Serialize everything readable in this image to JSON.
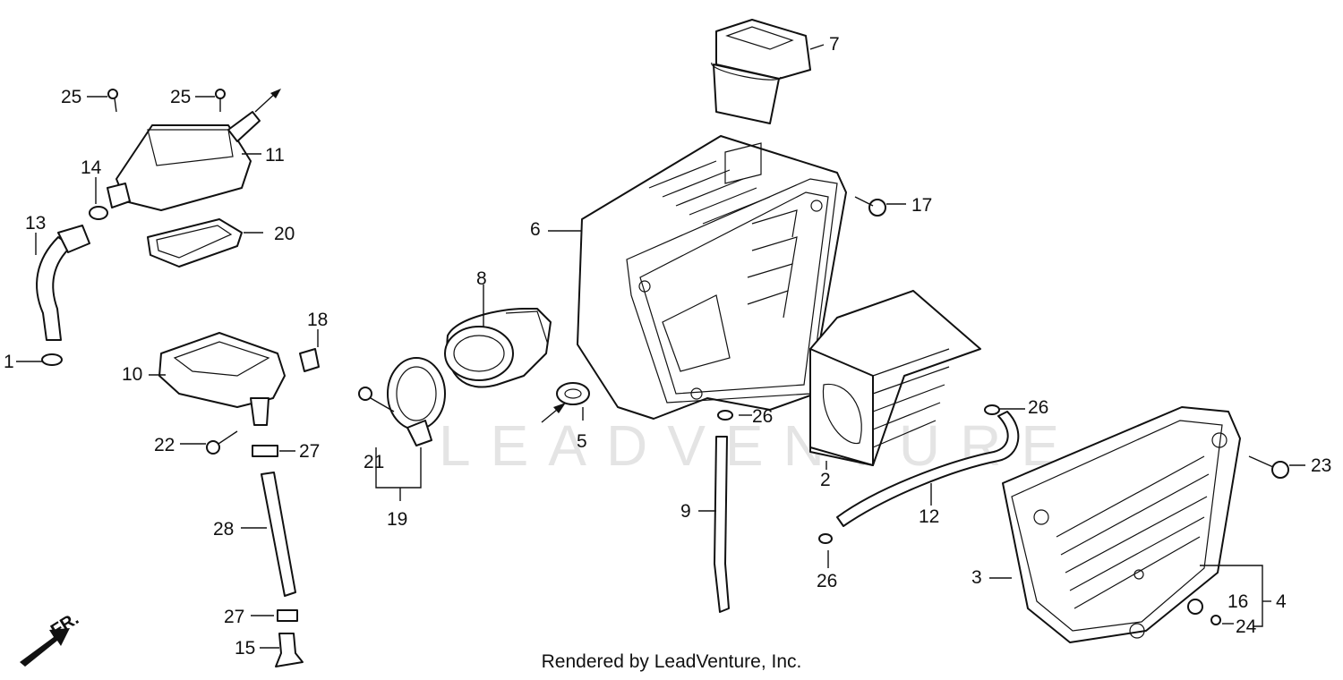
{
  "watermark": "LEADVENTURE",
  "footer": "Rendered by LeadVenture, Inc.",
  "direction_label": "FR.",
  "callouts": [
    "1",
    "2",
    "3",
    "4",
    "5",
    "6",
    "7",
    "8",
    "9",
    "10",
    "11",
    "12",
    "13",
    "14",
    "15",
    "16",
    "17",
    "18",
    "19",
    "20",
    "21",
    "22",
    "23",
    "24",
    "25",
    "25",
    "26",
    "26",
    "26",
    "27",
    "27",
    "28"
  ],
  "parts": [
    {
      "id": "part-1",
      "label": "1"
    },
    {
      "id": "part-2",
      "label": "2"
    },
    {
      "id": "part-3",
      "label": "3"
    },
    {
      "id": "part-4",
      "label": "4"
    },
    {
      "id": "part-5",
      "label": "5"
    },
    {
      "id": "part-6",
      "label": "6"
    },
    {
      "id": "part-7",
      "label": "7"
    },
    {
      "id": "part-8",
      "label": "8"
    },
    {
      "id": "part-9",
      "label": "9"
    },
    {
      "id": "part-10",
      "label": "10"
    },
    {
      "id": "part-11",
      "label": "11"
    },
    {
      "id": "part-12",
      "label": "12"
    },
    {
      "id": "part-13",
      "label": "13"
    },
    {
      "id": "part-14",
      "label": "14"
    },
    {
      "id": "part-15",
      "label": "15"
    },
    {
      "id": "part-16",
      "label": "16"
    },
    {
      "id": "part-17",
      "label": "17"
    },
    {
      "id": "part-18",
      "label": "18"
    },
    {
      "id": "part-19",
      "label": "19"
    },
    {
      "id": "part-20",
      "label": "20"
    },
    {
      "id": "part-21",
      "label": "21"
    },
    {
      "id": "part-22",
      "label": "22"
    },
    {
      "id": "part-23",
      "label": "23"
    },
    {
      "id": "part-24",
      "label": "24"
    },
    {
      "id": "part-25a",
      "label": "25"
    },
    {
      "id": "part-25b",
      "label": "25"
    },
    {
      "id": "part-26a",
      "label": "26"
    },
    {
      "id": "part-26b",
      "label": "26"
    },
    {
      "id": "part-26c",
      "label": "26"
    },
    {
      "id": "part-27a",
      "label": "27"
    },
    {
      "id": "part-27b",
      "label": "27"
    },
    {
      "id": "part-28",
      "label": "28"
    }
  ]
}
